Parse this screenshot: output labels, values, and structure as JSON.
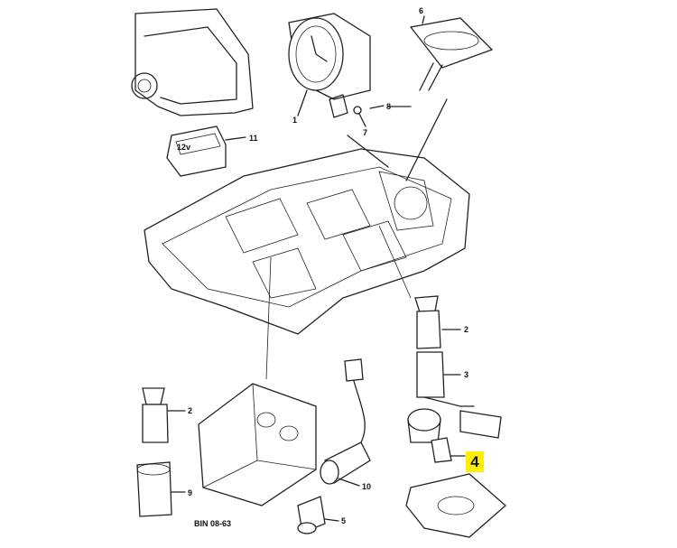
{
  "diagram": {
    "reference": "BIN 08-63",
    "switch_text": "12v",
    "highlighted_callout": "4",
    "highlight_color": "#ffef00",
    "callouts": {
      "c6": "6",
      "c1": "1",
      "c8": "8",
      "c7": "7",
      "c11": "11",
      "c2_right": "2",
      "c3": "3",
      "c2_left": "2",
      "c9": "9",
      "c10": "10",
      "c5": "5"
    }
  }
}
